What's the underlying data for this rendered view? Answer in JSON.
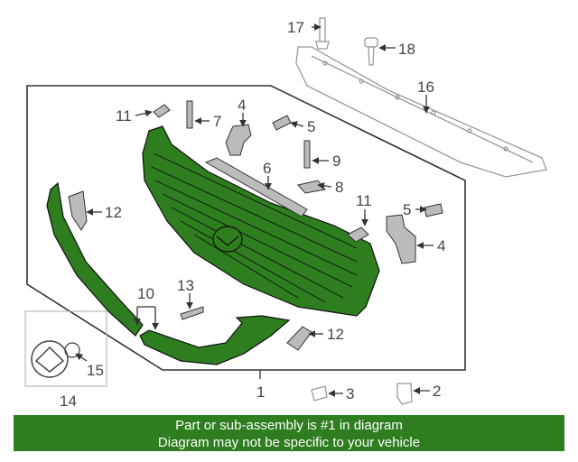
{
  "callouts": {
    "c1": "1",
    "c2": "2",
    "c3": "3",
    "c4a": "4",
    "c4b": "4",
    "c5a": "5",
    "c5b": "5",
    "c6": "6",
    "c7": "7",
    "c8": "8",
    "c9": "9",
    "c10": "10",
    "c11a": "11",
    "c11b": "11",
    "c12a": "12",
    "c12b": "12",
    "c13": "13",
    "c14": "14",
    "c15": "15",
    "c16": "16",
    "c17": "17",
    "c18": "18"
  },
  "banner": {
    "line1": "Part or sub-assembly is #1 in diagram",
    "line2": "Diagram may not be specific to your vehicle"
  },
  "colors": {
    "part_fill": "#2e7d1f",
    "banner_bg": "#2e7d1f",
    "line": "#444444"
  }
}
